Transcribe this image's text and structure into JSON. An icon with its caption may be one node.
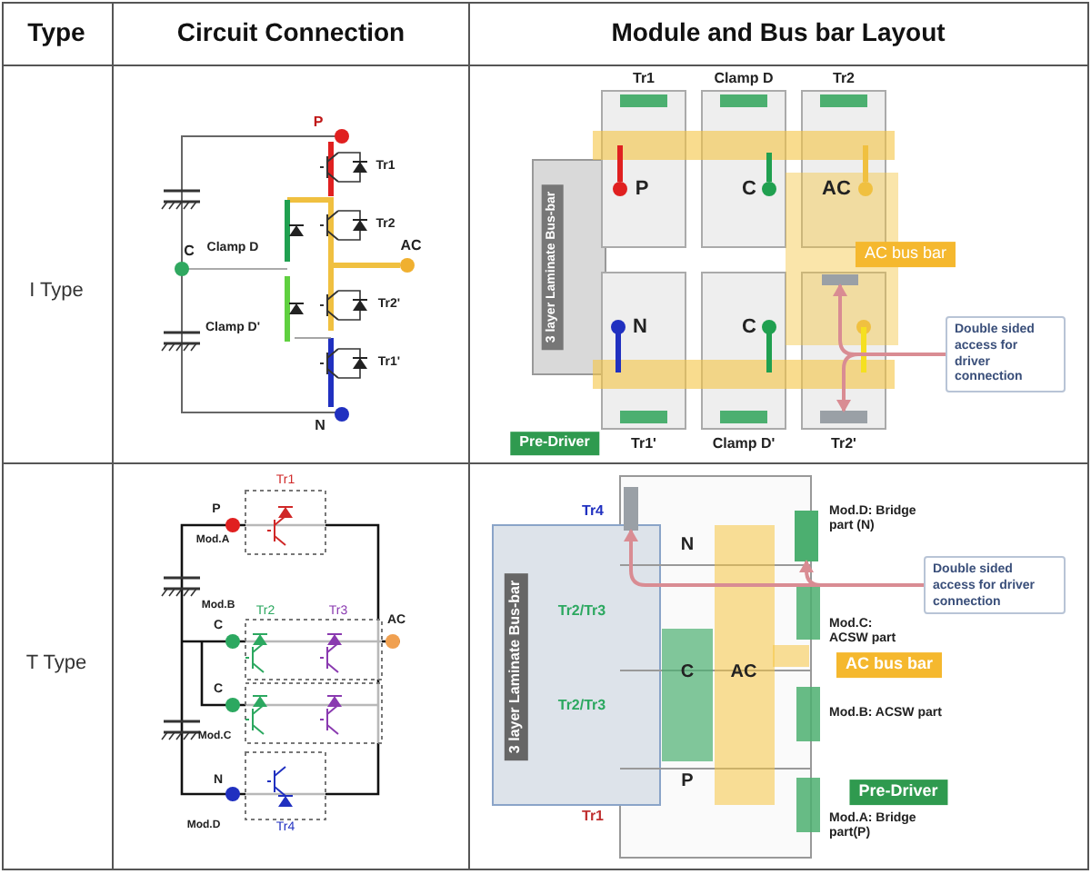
{
  "diagram": {
    "nodes": [
      {
        "text": [
          "Double sided access for driver connection"
        ]
      },
      {
        "text": [
          "Double sided access for driver connection"
        ]
      },
      {
        "text": [],
        "shape": "box"
      },
      {
        "text": [],
        "shape": "box"
      },
      {
        "text": [],
        "shape": "box"
      },
      {
        "text": [],
        "shape": "box"
      }
    ],
    "edges": [
      {
        "from": 0,
        "to": 2,
        "arrow": "to"
      },
      {
        "from": 0,
        "to": 3,
        "arrow": "to"
      },
      {
        "from": 1,
        "to": 4,
        "arrow": "to"
      },
      {
        "from": 1,
        "to": 5,
        "arrow": "to"
      }
    ],
    "labels": [
      "Type",
      "Circuit Connection",
      "Module and Bus bar Layout",
      "I Type",
      "P",
      "Tr1",
      "Tr2",
      "C",
      "Clamp D",
      "AC",
      "Clamp D'",
      "Tr2'",
      "Tr1'",
      "N",
      "Tr1",
      "Clamp D",
      "Tr2",
      "3 layer Laminate Bus-bar",
      "P",
      "C",
      "AC",
      "AC bus bar",
      "N",
      "C",
      "Pre-Driver",
      "Tr1'",
      "Clamp D'",
      "Tr2'",
      "T Type",
      "Tr1",
      "P",
      "Mod.A",
      "Mod.B",
      "Tr2",
      "Tr3",
      "AC",
      "C",
      "C",
      "Mod.C",
      "N",
      "Mod.D",
      "Tr4",
      "Tr4",
      "N",
      "Mod.D: Bridge part (N)",
      "Tr2/Tr3",
      "Mod.C: ACSW part",
      "C",
      "AC",
      "AC bus bar",
      "Tr2/Tr3",
      "Mod.B: ACSW part",
      "P",
      "Pre-Driver",
      "Tr1",
      "Mod.A: Bridge part(P)",
      "3 layer Laminate Bus-bar"
    ]
  }
}
